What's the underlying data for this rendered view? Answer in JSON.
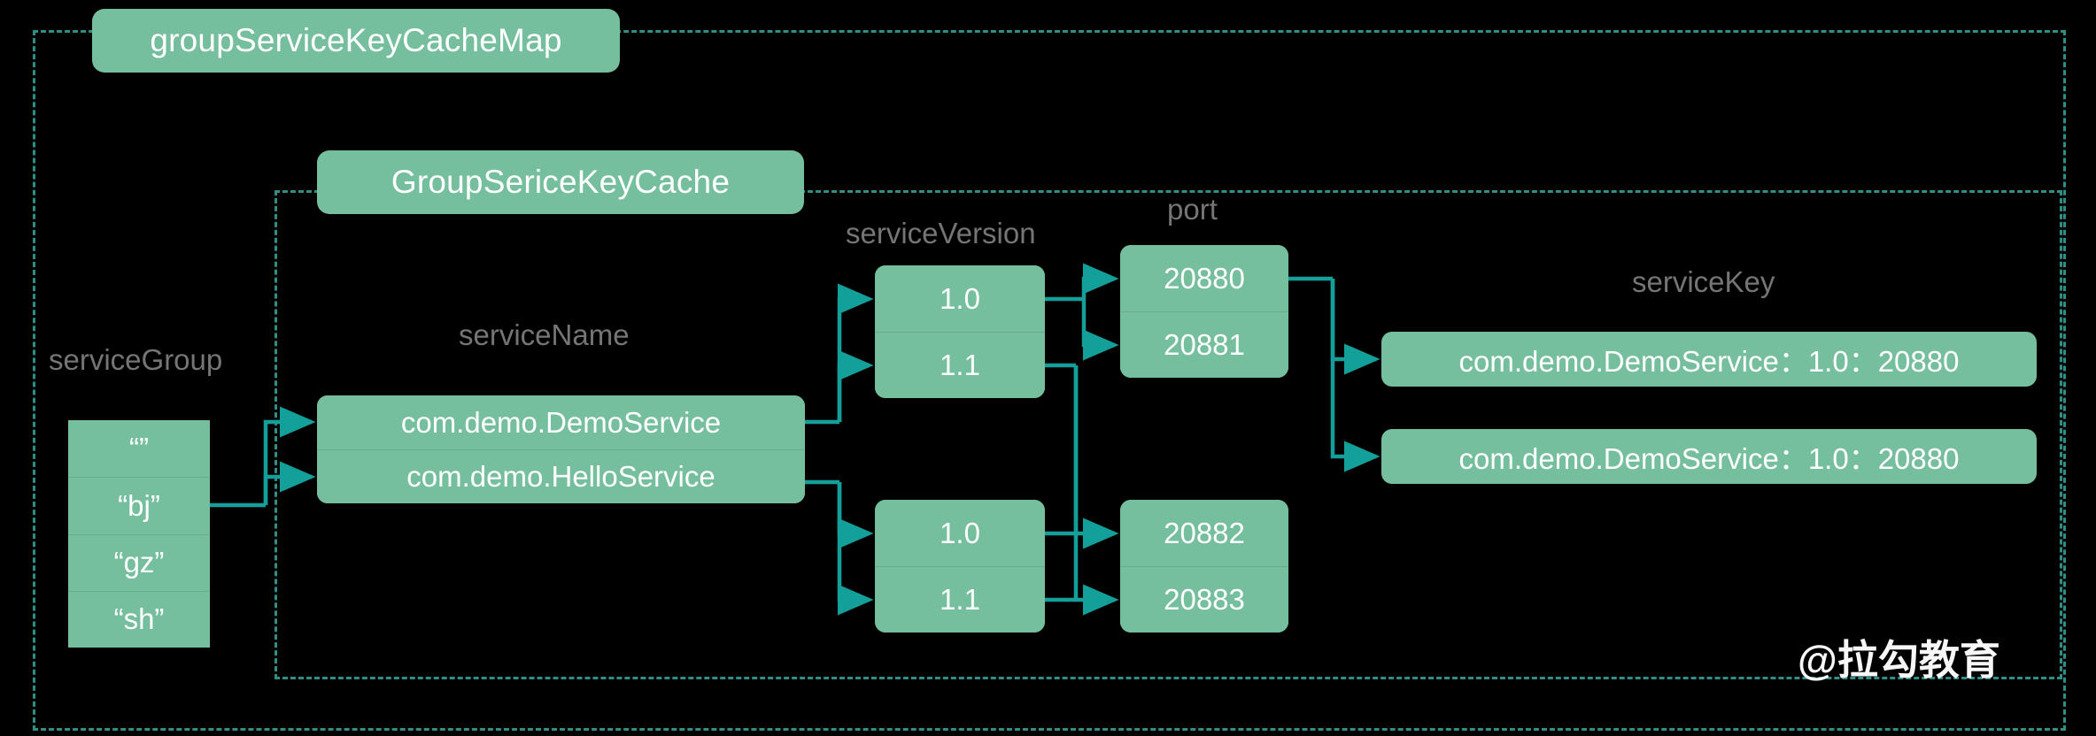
{
  "diagram": {
    "title": "groupServiceKeyCacheMap",
    "subtitle": "GroupSericeKeyCache",
    "watermark": "@拉勾教育",
    "accent_color": "#76bf9e",
    "connector_color": "#14a09a",
    "boundary_color": "#2f8f87",
    "background_color": "#000000",
    "caption_color": "#757575"
  },
  "columns": {
    "service_group": "serviceGroup",
    "service_name": "serviceName",
    "service_version": "serviceVersion",
    "port": "port",
    "service_key": "serviceKey"
  },
  "nodes": {
    "service_group": [
      "“”",
      "“bj”",
      "“gz”",
      "“sh”"
    ],
    "service_name": [
      "com.demo.DemoService",
      "com.demo.HelloService"
    ],
    "service_version_top": [
      "1.0",
      "1.1"
    ],
    "service_version_bottom": [
      "1.0",
      "1.1"
    ],
    "port_top": [
      "20880",
      "20881"
    ],
    "port_bottom": [
      "20882",
      "20883"
    ],
    "service_keys": [
      "com.demo.DemoService：1.0：20880",
      "com.demo.DemoService：1.0：20880"
    ]
  }
}
